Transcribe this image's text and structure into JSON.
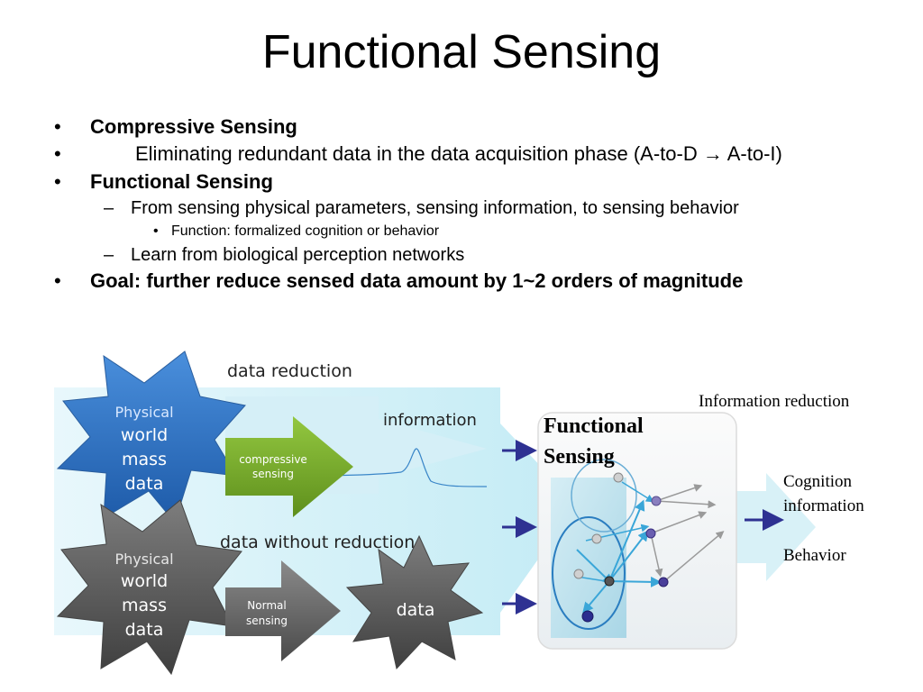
{
  "slide": {
    "title": "Functional Sensing",
    "bullets": [
      {
        "mark": "•",
        "text": "Compressive Sensing"
      },
      {
        "mark": "•",
        "text": "Eliminating redundant data in the data acquisition phase (A-to-D → A-to-I)"
      },
      {
        "mark": "•",
        "text": "Functional Sensing"
      },
      {
        "mark": "–",
        "text": "From sensing physical parameters, sensing information, to sensing behavior"
      },
      {
        "mark": "•",
        "text": "Function: formalized cognition or behavior"
      },
      {
        "mark": "–",
        "text": "Learn from biological perception networks"
      },
      {
        "mark": "•",
        "text": "Goal: further reduce sensed data amount by 1~2 orders of magnitude"
      }
    ]
  },
  "diagram": {
    "top_star": [
      "Physical",
      "world",
      "mass",
      "data"
    ],
    "bottom_star": [
      "Physical",
      "world",
      "mass",
      "data"
    ],
    "data_reduction": "data reduction",
    "information": "information",
    "compressive_sensing": [
      "compressive",
      "sensing"
    ],
    "data_without_reduction": "data without reduction",
    "normal_sensing": [
      "Normal",
      "sensing"
    ],
    "data_star": "data",
    "functional_sensing": [
      "Functional",
      "Sensing"
    ],
    "information_reduction": "Information reduction",
    "cognition_information": [
      "Cognition",
      "information"
    ],
    "behavior": "Behavior",
    "colors": {
      "blue_star": "#2e6fc0",
      "gray_star": "#5f5f5f",
      "green_arrow": "#78ad2c",
      "navy_arrow": "#2e3192",
      "light_cyan": "#c8eef6"
    }
  }
}
